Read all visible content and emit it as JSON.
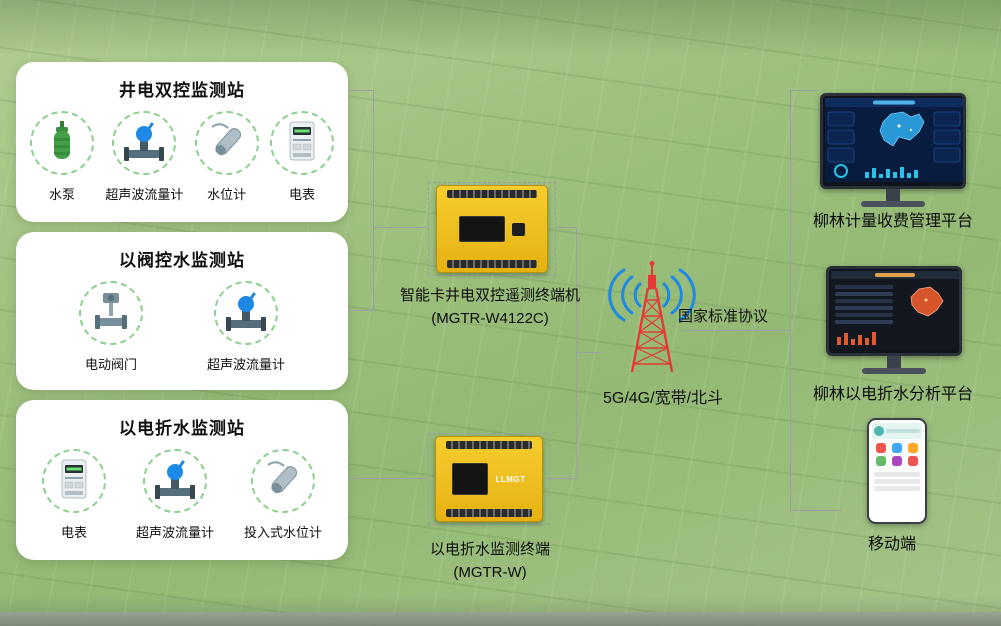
{
  "stations": [
    {
      "title": "井电双控监测站",
      "devices": [
        {
          "label": "水泵",
          "icon": "water-pump-icon"
        },
        {
          "label": "超声波流量计",
          "icon": "ultrasonic-flowmeter-icon"
        },
        {
          "label": "水位计",
          "icon": "water-level-gauge-icon"
        },
        {
          "label": "电表",
          "icon": "electric-meter-icon"
        }
      ]
    },
    {
      "title": "以阀控水监测站",
      "devices": [
        {
          "label": "电动阀门",
          "icon": "electric-valve-icon"
        },
        {
          "label": "超声波流量计",
          "icon": "ultrasonic-flowmeter-icon"
        }
      ]
    },
    {
      "title": "以电折水监测站",
      "devices": [
        {
          "label": "电表",
          "icon": "electric-meter-icon"
        },
        {
          "label": "超声波流量计",
          "icon": "ultrasonic-flowmeter-icon"
        },
        {
          "label": "投入式水位计",
          "icon": "submersible-level-gauge-icon"
        }
      ]
    }
  ],
  "terminals": [
    {
      "name": "智能卡井电双控遥测终端机",
      "model": "(MGTR-W4122C)"
    },
    {
      "name": "以电折水监测终端",
      "model": "(MGTR-W)",
      "brand": "LLMGT"
    }
  ],
  "network": {
    "protocol": "国家标准协议",
    "channels": "5G/4G/宽带/北斗"
  },
  "platforms": [
    {
      "label": "柳林计量收费管理平台",
      "type": "monitor"
    },
    {
      "label": "柳林以电折水分析平台",
      "type": "monitor"
    },
    {
      "label": "移动端",
      "type": "phone"
    }
  ],
  "colors": {
    "accent_green": "#8ccf8f",
    "terminal_yellow": "#f2c21f",
    "tower_red": "#e53935",
    "wifi_blue": "#1e88e5"
  }
}
